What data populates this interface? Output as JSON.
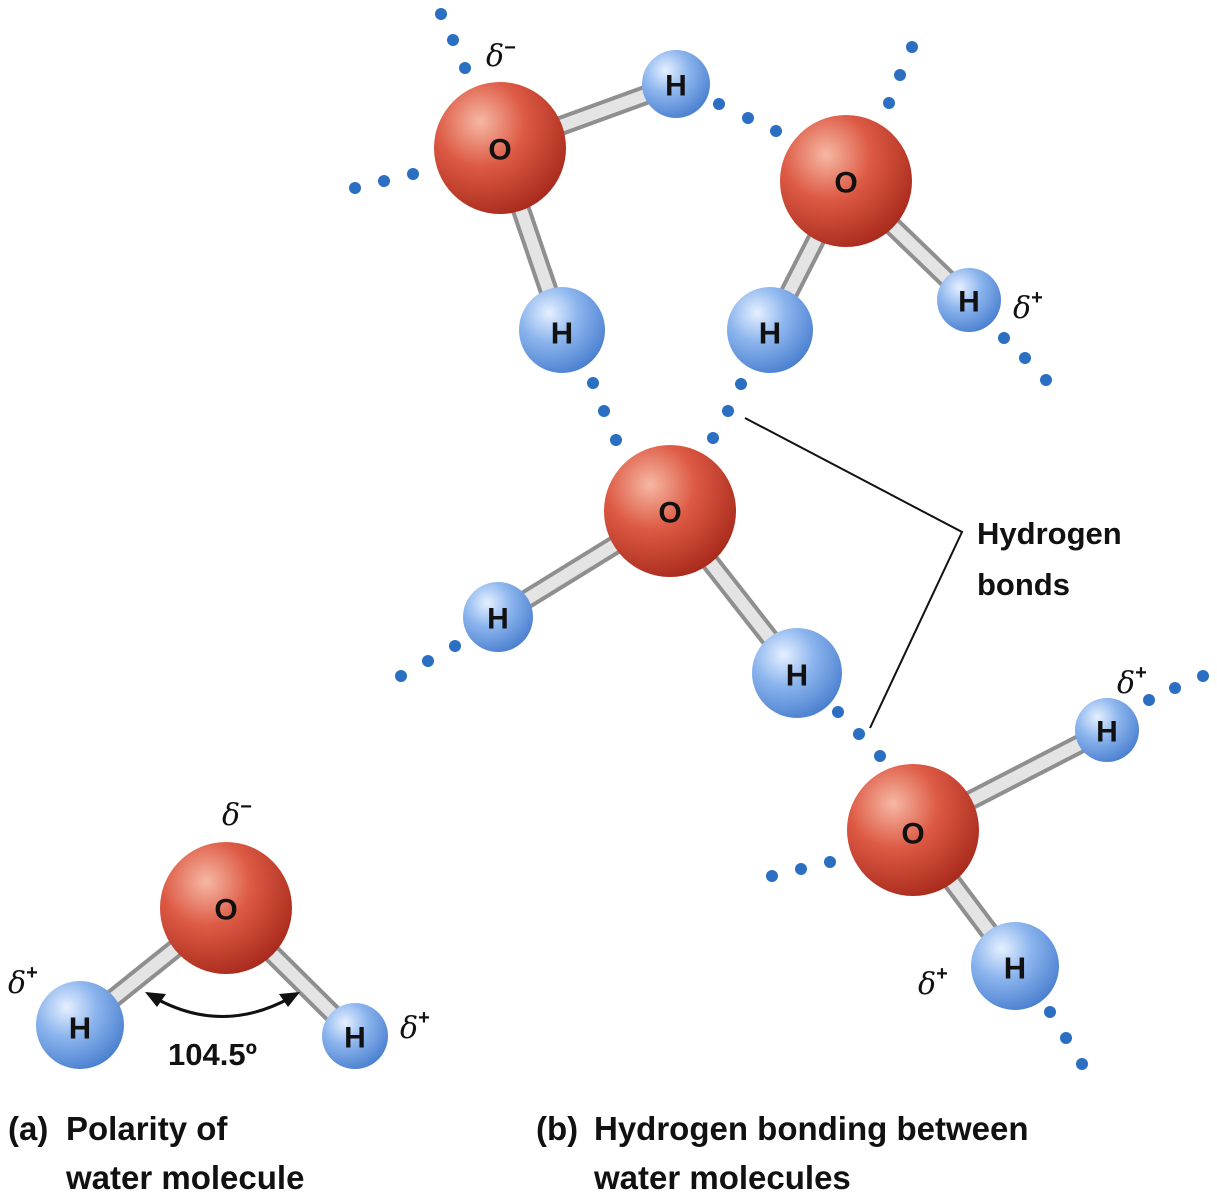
{
  "atoms": {
    "oxygen": "O",
    "hydrogen": "H"
  },
  "charges": {
    "delta": "δ",
    "negative": "−",
    "positive": "+"
  },
  "panel_a": {
    "angle_label": "104.5º",
    "caption_tag": "(a)",
    "caption_line1": "Polarity of",
    "caption_line2": "water molecule"
  },
  "panel_b": {
    "callout_line1": "Hydrogen",
    "callout_line2": "bonds",
    "caption_tag": "(b)",
    "caption_line1": "Hydrogen bonding between",
    "caption_line2": "water molecules"
  },
  "colors": {
    "oxygen": "#d2402e",
    "hydrogen": "#6f9fe0",
    "bond": "#c8c8c8",
    "hbond_dots": "#2a6fc2",
    "text": "#111111"
  }
}
